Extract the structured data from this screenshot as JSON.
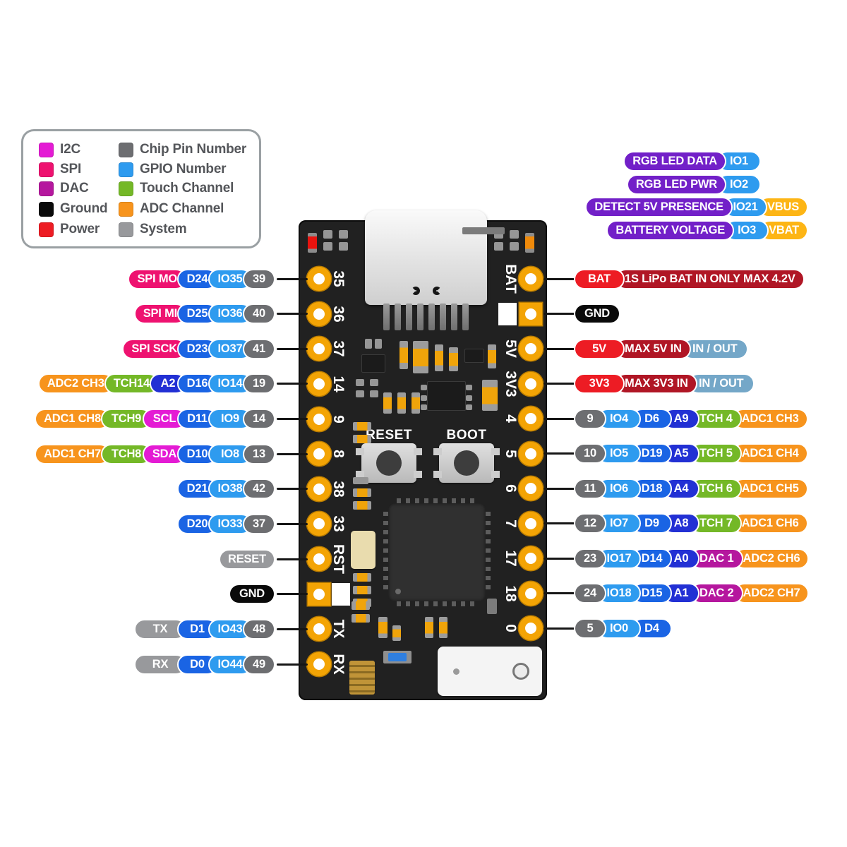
{
  "colors": {
    "i2c": "#e41bd4",
    "spi": "#ee1270",
    "dac": "#b5179e",
    "ground": "#0a0a0a",
    "power": "#ed1c24",
    "power_dark": "#b01625",
    "chip_pin": "#6d6e71",
    "gpio": "#2e9bef",
    "d_pin": "#1a64e4",
    "a_pin": "#2230d4",
    "touch": "#74b827",
    "adc": "#f7941d",
    "system": "#98999c",
    "note": "#7220c8",
    "inout": "#74a7c8",
    "vbus": "#fdb515",
    "pad_gold": "#f3a405",
    "board": "#212121"
  },
  "legend": {
    "col1": [
      {
        "label": "I2C",
        "type": "i2c"
      },
      {
        "label": "SPI",
        "type": "spi"
      },
      {
        "label": "DAC",
        "type": "dac"
      },
      {
        "label": "Ground",
        "type": "ground"
      },
      {
        "label": "Power",
        "type": "power"
      }
    ],
    "col2": [
      {
        "label": "Chip Pin Number",
        "type": "chip_pin"
      },
      {
        "label": "GPIO Number",
        "type": "gpio"
      },
      {
        "label": "Touch Channel",
        "type": "touch"
      },
      {
        "label": "ADC Channel",
        "type": "adc"
      },
      {
        "label": "System",
        "type": "system"
      }
    ]
  },
  "top_right_rows": [
    {
      "badges": [
        {
          "text": "RGB LED DATA",
          "type": "note"
        },
        {
          "text": "IO1",
          "type": "gpio"
        }
      ]
    },
    {
      "badges": [
        {
          "text": "RGB LED PWR",
          "type": "note"
        },
        {
          "text": "IO2",
          "type": "gpio"
        }
      ]
    },
    {
      "badges": [
        {
          "text": "DETECT 5V PRESENCE",
          "type": "note"
        },
        {
          "text": "IO21",
          "type": "gpio"
        },
        {
          "text": "VBUS",
          "type": "vbus"
        }
      ]
    },
    {
      "badges": [
        {
          "text": "BATTERY VOLTAGE",
          "type": "note"
        },
        {
          "text": "IO3",
          "type": "gpio"
        },
        {
          "text": "VBAT",
          "type": "vbus"
        }
      ]
    }
  ],
  "left_rows": [
    {
      "badges": [
        {
          "text": "SPI MO",
          "type": "spi"
        },
        {
          "text": "D24",
          "type": "d_pin"
        },
        {
          "text": "IO35",
          "type": "gpio"
        },
        {
          "text": "39",
          "type": "chip_pin"
        }
      ]
    },
    {
      "badges": [
        {
          "text": "SPI MI",
          "type": "spi"
        },
        {
          "text": "D25",
          "type": "d_pin"
        },
        {
          "text": "IO36",
          "type": "gpio"
        },
        {
          "text": "40",
          "type": "chip_pin"
        }
      ]
    },
    {
      "badges": [
        {
          "text": "SPI SCK",
          "type": "spi"
        },
        {
          "text": "D23",
          "type": "d_pin"
        },
        {
          "text": "IO37",
          "type": "gpio"
        },
        {
          "text": "41",
          "type": "chip_pin"
        }
      ]
    },
    {
      "badges": [
        {
          "text": "ADC2 CH3",
          "type": "adc"
        },
        {
          "text": "TCH14",
          "type": "touch"
        },
        {
          "text": "A2",
          "type": "a_pin"
        },
        {
          "text": "D16",
          "type": "d_pin"
        },
        {
          "text": "IO14",
          "type": "gpio"
        },
        {
          "text": "19",
          "type": "chip_pin"
        }
      ]
    },
    {
      "badges": [
        {
          "text": "ADC1 CH8",
          "type": "adc"
        },
        {
          "text": "TCH9",
          "type": "touch"
        },
        {
          "text": "SCL",
          "type": "i2c"
        },
        {
          "text": "D11",
          "type": "d_pin"
        },
        {
          "text": "IO9",
          "type": "gpio"
        },
        {
          "text": "14",
          "type": "chip_pin"
        }
      ]
    },
    {
      "badges": [
        {
          "text": "ADC1 CH7",
          "type": "adc"
        },
        {
          "text": "TCH8",
          "type": "touch"
        },
        {
          "text": "SDA",
          "type": "i2c"
        },
        {
          "text": "D10",
          "type": "d_pin"
        },
        {
          "text": "IO8",
          "type": "gpio"
        },
        {
          "text": "13",
          "type": "chip_pin"
        }
      ]
    },
    {
      "badges": [
        {
          "text": "D21",
          "type": "d_pin"
        },
        {
          "text": "IO38",
          "type": "gpio"
        },
        {
          "text": "42",
          "type": "chip_pin"
        }
      ]
    },
    {
      "badges": [
        {
          "text": "D20",
          "type": "d_pin"
        },
        {
          "text": "IO33",
          "type": "gpio"
        },
        {
          "text": "37",
          "type": "chip_pin"
        }
      ]
    },
    {
      "badges": [
        {
          "text": "RESET",
          "type": "system"
        }
      ]
    },
    {
      "badges": [
        {
          "text": "GND",
          "type": "ground"
        }
      ]
    },
    {
      "badges": [
        {
          "text": "TX",
          "type": "system"
        },
        {
          "text": "D1",
          "type": "d_pin"
        },
        {
          "text": "IO43",
          "type": "gpio"
        },
        {
          "text": "48",
          "type": "chip_pin"
        }
      ]
    },
    {
      "badges": [
        {
          "text": "RX",
          "type": "system"
        },
        {
          "text": "D0",
          "type": "d_pin"
        },
        {
          "text": "IO44",
          "type": "gpio"
        },
        {
          "text": "49",
          "type": "chip_pin"
        }
      ]
    }
  ],
  "right_rows": [
    {
      "badges": [
        {
          "text": "BAT",
          "type": "power"
        },
        {
          "text": "1S LiPo BAT IN ONLY MAX 4.2V",
          "type": "power_dark"
        }
      ]
    },
    {
      "badges": [
        {
          "text": "GND",
          "type": "ground"
        }
      ]
    },
    {
      "badges": [
        {
          "text": "5V",
          "type": "power"
        },
        {
          "text": "MAX 5V IN",
          "type": "power_dark"
        },
        {
          "text": "IN / OUT",
          "type": "inout"
        }
      ]
    },
    {
      "badges": [
        {
          "text": "3V3",
          "type": "power"
        },
        {
          "text": "MAX 3V3 IN",
          "type": "power_dark"
        },
        {
          "text": "IN / OUT",
          "type": "inout"
        }
      ]
    },
    {
      "badges": [
        {
          "text": "9",
          "type": "chip_pin"
        },
        {
          "text": "IO4",
          "type": "gpio"
        },
        {
          "text": "D6",
          "type": "d_pin"
        },
        {
          "text": "A9",
          "type": "a_pin"
        },
        {
          "text": "TCH 4",
          "type": "touch"
        },
        {
          "text": "ADC1 CH3",
          "type": "adc"
        }
      ]
    },
    {
      "badges": [
        {
          "text": "10",
          "type": "chip_pin"
        },
        {
          "text": "IO5",
          "type": "gpio"
        },
        {
          "text": "D19",
          "type": "d_pin"
        },
        {
          "text": "A5",
          "type": "a_pin"
        },
        {
          "text": "TCH 5",
          "type": "touch"
        },
        {
          "text": "ADC1 CH4",
          "type": "adc"
        }
      ]
    },
    {
      "badges": [
        {
          "text": "11",
          "type": "chip_pin"
        },
        {
          "text": "IO6",
          "type": "gpio"
        },
        {
          "text": "D18",
          "type": "d_pin"
        },
        {
          "text": "A4",
          "type": "a_pin"
        },
        {
          "text": "TCH 6",
          "type": "touch"
        },
        {
          "text": "ADC1 CH5",
          "type": "adc"
        }
      ]
    },
    {
      "badges": [
        {
          "text": "12",
          "type": "chip_pin"
        },
        {
          "text": "IO7",
          "type": "gpio"
        },
        {
          "text": "D9",
          "type": "d_pin"
        },
        {
          "text": "A8",
          "type": "a_pin"
        },
        {
          "text": "TCH 7",
          "type": "touch"
        },
        {
          "text": "ADC1 CH6",
          "type": "adc"
        }
      ]
    },
    {
      "badges": [
        {
          "text": "23",
          "type": "chip_pin"
        },
        {
          "text": "IO17",
          "type": "gpio"
        },
        {
          "text": "D14",
          "type": "d_pin"
        },
        {
          "text": "A0",
          "type": "a_pin"
        },
        {
          "text": "DAC 1",
          "type": "dac"
        },
        {
          "text": "ADC2 CH6",
          "type": "adc"
        }
      ]
    },
    {
      "badges": [
        {
          "text": "24",
          "type": "chip_pin"
        },
        {
          "text": "IO18",
          "type": "gpio"
        },
        {
          "text": "D15",
          "type": "d_pin"
        },
        {
          "text": "A1",
          "type": "a_pin"
        },
        {
          "text": "DAC 2",
          "type": "dac"
        },
        {
          "text": "ADC2 CH7",
          "type": "adc"
        }
      ]
    },
    {
      "badges": [
        {
          "text": "5",
          "type": "chip_pin"
        },
        {
          "text": "IO0",
          "type": "gpio"
        },
        {
          "text": "D4",
          "type": "d_pin"
        }
      ]
    }
  ],
  "board": {
    "reset_label": "RESET",
    "boot_label": "BOOT",
    "left_pins": [
      {
        "label": "35"
      },
      {
        "label": "36"
      },
      {
        "label": "37"
      },
      {
        "label": "14"
      },
      {
        "label": "9"
      },
      {
        "label": "8"
      },
      {
        "label": "38"
      },
      {
        "label": "33"
      },
      {
        "label": "RST"
      },
      {
        "label": "",
        "square": true
      },
      {
        "label": "TX"
      },
      {
        "label": "RX"
      }
    ],
    "right_pins": [
      {
        "label": "BAT"
      },
      {
        "label": "",
        "square": true
      },
      {
        "label": "5V"
      },
      {
        "label": "3V3"
      },
      {
        "label": "4"
      },
      {
        "label": "5"
      },
      {
        "label": "6"
      },
      {
        "label": "7"
      },
      {
        "label": "17"
      },
      {
        "label": "18"
      },
      {
        "label": "0"
      }
    ]
  }
}
